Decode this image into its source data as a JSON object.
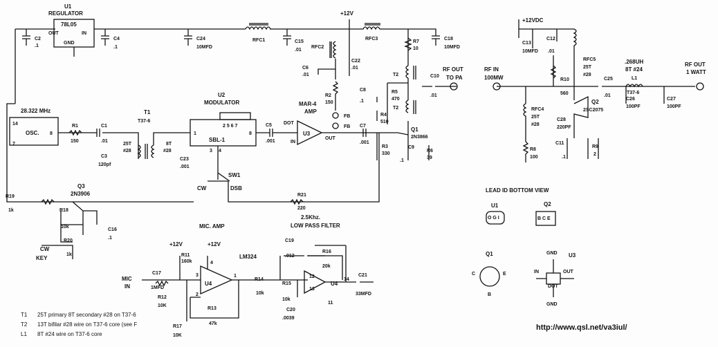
{
  "title": "",
  "url": "http://www.qsl.net/va3iul/",
  "notes": [
    {
      "id": "T1",
      "text": "25T primary 8T secondary #28 on T37-6"
    },
    {
      "id": "T2",
      "text": "13T bifilar #28 wire on T37-6 core (see F"
    },
    {
      "id": "L1",
      "text": "8T #24 wire on T37-6 core"
    }
  ],
  "regulator": {
    "ref": "U1",
    "name": "REGULATOR",
    "part": "78L05",
    "pin_out": "OUT",
    "pin_in": "IN",
    "pin_gnd": "GND"
  },
  "oscillator": {
    "name": "OSC.",
    "freq": "28.322 MHz",
    "pin14": "14",
    "pin8": "8",
    "pin7": "7"
  },
  "modulator": {
    "ref": "U2",
    "name": "MODULATOR",
    "part": "SBL-1",
    "pins_top": "2 5 6 7",
    "pin1": "1",
    "pin8": "8",
    "pin3": "3",
    "pin4": "4"
  },
  "amp": {
    "ref": "U3",
    "part": "MAR-4",
    "label": "AMP",
    "in": "IN",
    "out": "OUT",
    "dot": "DOT"
  },
  "labels": {
    "c2": "C2",
    "c2v": ".1",
    "c4": "C4",
    "c4v": ".1",
    "c24": "C24",
    "c24v": "10MFD",
    "rfc1": "RFC1",
    "c15": "C15",
    "c15v": ".01",
    "v12a": "+12V",
    "rfc2": "RFC2",
    "c6": "C6",
    "c6v": ".01",
    "rfc3": "RFC3",
    "c18": "C18",
    "c18v": "10MFD",
    "r7": "R7",
    "r7v": "10",
    "c22": "C22",
    "c22v": ".01",
    "t2": "T2",
    "t2b": "T2",
    "c10": "C10",
    "c10v": ".01",
    "rfout_pa": "RF OUT",
    "to_pa": "TO PA",
    "r2": "R2",
    "r2v": "150",
    "c8": "C8",
    "c8v": ".1",
    "r5": "R5",
    "r5v": "470",
    "fb1": "FB",
    "fb2": "FB",
    "r4": "R4",
    "r4v": "510",
    "c7": "C7",
    "c7v": ".001",
    "q1": "Q1",
    "q1p": "2N3866",
    "r3": "R3",
    "r3v": "330",
    "c9": "C9",
    "c9v": ".1",
    "r6": "R6",
    "r6v": "39",
    "r1": "R1",
    "r1v": "150",
    "c1": "C1",
    "c1v": ".01",
    "t1": "T1",
    "t1p": "T37-6",
    "t1a": "25T",
    "t1b": "#28",
    "t1c": "8T",
    "t1d": "#28",
    "c3": "C3",
    "c3v": "120pf",
    "c5": "C5",
    "c5v": ".001",
    "c23": "C23",
    "c23v": ".001",
    "sw1": "SW1",
    "cw": "CW",
    "dsb": "DSB",
    "r21": "R21",
    "r21v": "220",
    "lpf": "2.5Khz.",
    "lpf2": "LOW PASS FILTER",
    "q3": "Q3",
    "q3p": "2N3906",
    "r19": "R19",
    "r19v": "1k",
    "r18": "R18",
    "r18v": "10k",
    "c16": "C16",
    "c16v": ".1",
    "r20": "R20",
    "r20v": "1k",
    "cwkey": "CW",
    "key": "KEY",
    "micamp": "MIC. AMP",
    "v12b": "+12V",
    "v12c": "+12V",
    "r11": "R11",
    "r11v": "160k",
    "lm324": "LM324",
    "mic": "MIC",
    "micin": "IN",
    "c17": "C17",
    "c17v": "1MFD",
    "r12": "R12",
    "r12v": "10K",
    "u4a": "U4",
    "u4b": "U4",
    "r13": "R13",
    "r13v": "47k",
    "r17": "R17",
    "r17v": "10K",
    "r14": "R14",
    "r14v": "10k",
    "c19": "C19",
    "c19v": ".012",
    "r16": "R16",
    "r16v": "20k",
    "r15": "R15",
    "r15v": "10k",
    "c20": "C20",
    "c20v": ".0039",
    "c21": "C21",
    "c21v": "33MFD",
    "p3": "3",
    "p2": "2",
    "p1": "1",
    "p4": "4",
    "p12": "12",
    "p13": "13",
    "p14": "14",
    "p11": "11",
    "v12d": "+12VDC",
    "c13": "C13",
    "c13v": "10MFD",
    "c12": "C12",
    "c12v": ".01",
    "rfc5": "RFC5",
    "rfc5a": "25T",
    "rfc5b": "#28",
    "l1h": ".268UH",
    "l1w": "8T #24",
    "l1": "L1",
    "l1p": "T37-6",
    "rfout": "RF OUT",
    "watt": "1 WATT",
    "rfin": "RF IN",
    "mw": "100MW",
    "r10": "R10",
    "r10v": "560",
    "c25": "C25",
    "c25v": ".01",
    "q2": "Q2",
    "q2p": "2SC2075",
    "c26": "C26",
    "c26v": "100PF",
    "c27": "C27",
    "c27v": "100PF",
    "rfc4": "RFC4",
    "rfc4a": "25T",
    "rfc4b": "#28",
    "c28": "C28",
    "c28v": "220PF",
    "c11": "C11",
    "c11v": ".1",
    "r9": "R9",
    "r9v": "2",
    "r8": "R8",
    "r8v": "100",
    "leadid": "LEAD ID BOTTOM VIEW",
    "u1b": "U1",
    "u1pins": "O G I",
    "q2b": "Q2",
    "q2pins": "B C E",
    "q1b": "Q1",
    "q1c": "C",
    "q1e": "E",
    "q1b2": "B",
    "u3b": "U3",
    "u3gnd": "GND",
    "u3gnd2": "GND",
    "u3in": "IN",
    "u3out": "OUT",
    "u3dot": "DOT"
  }
}
